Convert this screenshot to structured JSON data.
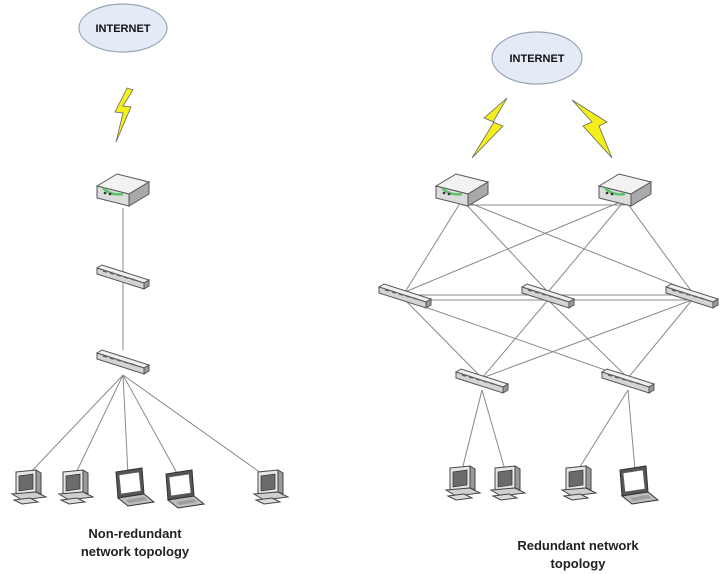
{
  "left_panel": {
    "internet_label": "INTERNET",
    "caption_line1": "Non-redundant",
    "caption_line2": "network topology"
  },
  "right_panel": {
    "internet_label": "INTERNET",
    "caption_line1": "Redundant network",
    "caption_line2": "topology"
  },
  "colors": {
    "line": "#8a8a8a",
    "cloud_fill": "#e4ebf7",
    "cloud_stroke": "#9aa3b5",
    "lightning": "#f4ef1c",
    "device_top": "#f2f2f2",
    "device_side": "#a9a9a9",
    "status_led": "#5bc36a"
  },
  "icons": {
    "internet": "cloud-icon",
    "link": "lightning-icon",
    "router": "router-icon",
    "switch": "switch-icon",
    "desktop": "desktop-computer-icon",
    "laptop": "laptop-icon"
  }
}
